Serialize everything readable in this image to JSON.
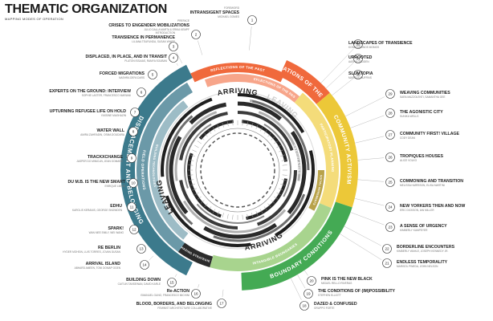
{
  "header": {
    "title": "THEMATIC ORGANIZATION",
    "subtitle": "MAPPING MODES OF OPERATION"
  },
  "colors": {
    "teal": "#3c7a8c",
    "orange": "#f0693c",
    "orange_light": "#f7a58a",
    "yellow": "#ecc838",
    "green": "#44aa54",
    "green_light": "#a8d48e",
    "dark": "#2b2b2b",
    "grey": "#8e8e8e"
  },
  "bands": {
    "displacement": "DISPLACEMENT AND BELONGING",
    "speculations": "SPECULATIONS OF THE FUTURE",
    "community": "COMMUNITY ACTIVISM",
    "boundary": "BOUNDARY CONDITIONS",
    "reflections_left": "REFLECTIONS OF THE PAST",
    "reflections_right": "REFLECTIONS OF THE PAST",
    "field_operations": "FIELD OPERATIONS",
    "building_technologies": "BUILDING TECHNOLOGIES",
    "phasing_strategies": "PHASING STRATEGIES",
    "participatory_planning": "PARTICIPATORY PLANNING",
    "social_movements": "SOCIAL MOVEMENTS",
    "intangible_boundaries": "INTANGIBLE BOUNDARIES"
  },
  "ring_words": {
    "arriving": "ARRIVING",
    "leaving": "LEAVING",
    "speculating": "SPECULATING"
  },
  "items": [
    {
      "n": "1",
      "title": "INTRANSIGENT SPACES",
      "sub": "MICHAEL GOMES",
      "kicker": "FOREWORD"
    },
    {
      "n": "2",
      "title": "CRISES TO ENGENDER MOBILIZATIONS",
      "sub": "JULIO DALLA MARTA & ERIKA KEMPF",
      "kicker": "PREFACE"
    },
    {
      "n": "3",
      "title": "TRANSIENCE IN PERMANENCE",
      "sub": "LILIANA TEAFUNDA, SUSAN WHITE",
      "kicker": "INTRODUCTION"
    },
    {
      "n": "4",
      "title": "DISPLACED, IN PLACE, AND IN TRANSIT",
      "sub": "PLATON ISSAIAS, RAMYA SOUBAN",
      "kicker": ""
    },
    {
      "n": "5",
      "title": "FORCED MIGRATIONS",
      "sub": "NASHRA DEFA DARS",
      "kicker": ""
    },
    {
      "n": "6",
      "title": "EXPERTS ON THE GROUND: INTERVIEW",
      "sub": "SOPHIE LASTER, FRANCESCO MARIANI",
      "kicker": ""
    },
    {
      "n": "7",
      "title": "UPTURNING REFUGEE LIFE ON HOLD",
      "sub": "YASSINE MAGHAZIN",
      "kicker": ""
    },
    {
      "n": "8",
      "title": "WATER WALL",
      "sub": "AMIRA ZAHRADIN, OSMA DOUDARA",
      "kicker": ""
    },
    {
      "n": "9",
      "title": "TRACKXCHANGE",
      "sub": "JASPER DO MINICUN, JEAN GOMARD",
      "kicker": ""
    },
    {
      "n": "10",
      "title": "DU M.B. IS THE NEW SMART",
      "sub": "ENRIQUE LIMON",
      "kicker": ""
    },
    {
      "n": "11",
      "title": "EDHU",
      "sub": "KAROLIS KERANIS, GEORGE SNOWDEN",
      "kicker": ""
    },
    {
      "n": "12",
      "title": "SPARK!",
      "sub": "WAN MEE EMILY, WEI WANG",
      "kicker": ""
    },
    {
      "n": "13",
      "title": "RE BERLIN",
      "sub": "HYDER MOHSIN, LUIS TORRES, JOVAN DUSAN",
      "kicker": ""
    },
    {
      "n": "14",
      "title": "ARRIVAL ISLAND",
      "sub": "ABHARD AMEEN, TONI DOMAP OGEN",
      "kicker": ""
    },
    {
      "n": "15",
      "title": "BUILDING DOWN",
      "sub": "CAITLIN TANSEWAN, DAVID KARLE",
      "kicker": ""
    },
    {
      "n": "16",
      "title": "Re-ACTION",
      "sub": "EMANUEL GUNO, FRANCESCO MICHINI",
      "kicker": ""
    },
    {
      "n": "17",
      "title": "BLOOD, BORDERS, AND BELONGING",
      "sub": "FEMINIST ARCHITECTURE COLLABORATIVE",
      "kicker": ""
    },
    {
      "n": "18",
      "title": "DAZED & CONFUSED",
      "sub": "GRUPPO FORTE",
      "kicker": ""
    },
    {
      "n": "19",
      "title": "THE CONDITIONS OF (IM)POSSIBILITY",
      "sub": "STEPHEN ELLIOTT",
      "kicker": ""
    },
    {
      "n": "20",
      "title": "PINK IS THE NEW BLACK",
      "sub": "MIGUEL RELLO RIVERAS",
      "kicker": ""
    },
    {
      "n": "21",
      "title": "ENDLESS TEMPORALITY",
      "sub": "MARISOL PINEDA, JOHN NELSON",
      "kicker": ""
    },
    {
      "n": "22",
      "title": "BORDERLINE ENCOUNTERS",
      "sub": "KIMBERLY WAHLE, JOSEPH KENNEDY JR.",
      "kicker": ""
    },
    {
      "n": "23",
      "title": "A SENSE OF URGENCY",
      "sub": "KIMBERLY KAMPEYER",
      "kicker": ""
    },
    {
      "n": "24",
      "title": "NEW YORKERS THEN AND NOW",
      "sub": "ERIC DICKSON, IAN MILLER",
      "kicker": ""
    },
    {
      "n": "25",
      "title": "COMMONING AND TRANSITION",
      "sub": "MELISSA HARRISON, ELISA MARTINI",
      "kicker": ""
    },
    {
      "n": "26",
      "title": "TROPIQUES HOUSES",
      "sub": "ALICE VOLKO",
      "kicker": ""
    },
    {
      "n": "27",
      "title": "COMMUNITY FIRST! VILLAGE",
      "sub": "CODY DEAN",
      "kicker": ""
    },
    {
      "n": "28",
      "title": "THE AGONISTIC CITY",
      "sub": "SUNIKA WELLS",
      "kicker": ""
    },
    {
      "n": "29",
      "title": "WEAVING COMMUNITIES",
      "sub": "SARA MAZZOLENTI, SAMANTHA GEE",
      "kicker": ""
    },
    {
      "n": "30",
      "title": "SLUMTOPIA",
      "sub": "MARCUS MUFFINS",
      "kicker": ""
    },
    {
      "n": "31",
      "title": "UPROOTED",
      "sub": "AASHA GODDEN",
      "kicker": ""
    },
    {
      "n": "32",
      "title": "LANDSCAPES OF TRANSIENCE",
      "sub": "KONSTANTINOS MOMOS",
      "kicker": ""
    }
  ]
}
